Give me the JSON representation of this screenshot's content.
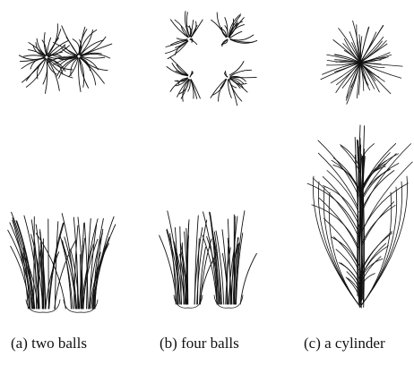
{
  "captions": {
    "a": "(a) two balls",
    "b": "(b) four balls",
    "c": "(c) a cylinder"
  },
  "colors": {
    "ink": "#111111",
    "background": "#ffffff"
  },
  "panels": [
    {
      "id": "a",
      "top_view": "two-ball-radial-hairs",
      "side_view": "two-ball-upright-hair-tufts"
    },
    {
      "id": "b",
      "top_view": "four-ball-radial-hairs",
      "side_view": "four-ball-upright-hair-tufts"
    },
    {
      "id": "c",
      "top_view": "cylinder-radial-hairs",
      "side_view": "cylinder-feathered-hair-tuft"
    }
  ]
}
